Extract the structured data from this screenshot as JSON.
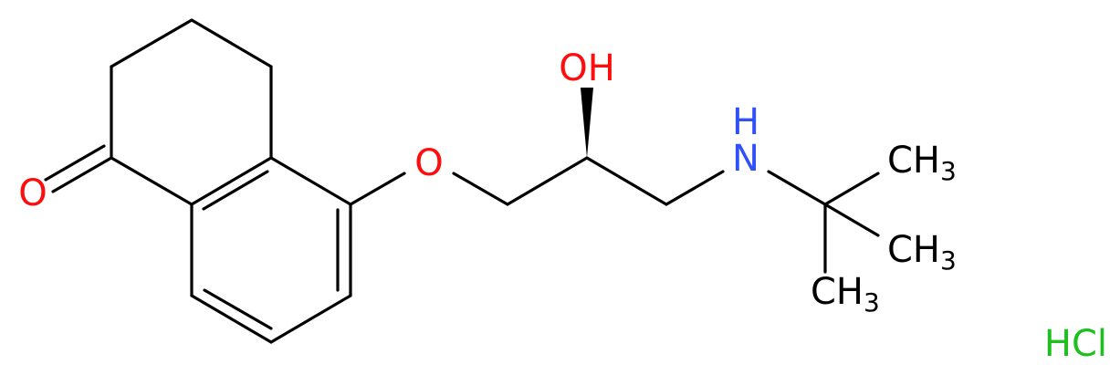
{
  "colors": {
    "bond": "#000000",
    "oxygen": "#ff0d0d",
    "nitrogen": "#3050f8",
    "carbon": "#000000",
    "chlorine": "#1fbf1f"
  },
  "atoms": {
    "ketone_o": {
      "text": "O",
      "element": "oxygen"
    },
    "ether_o": {
      "text": "O",
      "element": "oxygen"
    },
    "hydroxyl": {
      "text": "OH",
      "element": "oxygen"
    },
    "amine": {
      "text": "N",
      "sub": "H",
      "element": "nitrogen"
    },
    "methyl_1": {
      "text": "CH",
      "sub": "3",
      "element": "carbon"
    },
    "methyl_2": {
      "text": "CH",
      "sub": "3",
      "element": "carbon"
    },
    "methyl_3": {
      "text": "CH",
      "sub": "3",
      "element": "carbon"
    },
    "salt": {
      "text": "HCl",
      "element": "chlorine"
    }
  }
}
